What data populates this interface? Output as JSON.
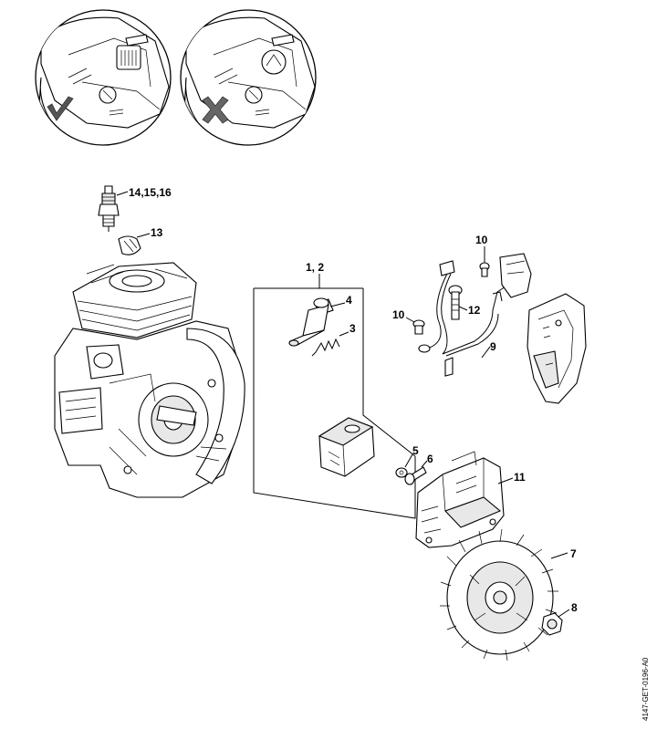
{
  "callouts": {
    "spark_plug": "14,15,16",
    "plug_boot": "13",
    "ignition_kit": "1, 2",
    "boot": "4",
    "spring": "3",
    "washer": "5",
    "screw": "6",
    "screw_top": "10",
    "screw_left": "10",
    "bolt": "12",
    "wire_harness": "9",
    "housing": "11",
    "flywheel": "7",
    "nut": "8"
  },
  "doc_id": "4147-GET-0196-A0",
  "colors": {
    "line": "#000000",
    "background": "#ffffff",
    "check_mark": "#555555",
    "cross_mark": "#666666"
  }
}
